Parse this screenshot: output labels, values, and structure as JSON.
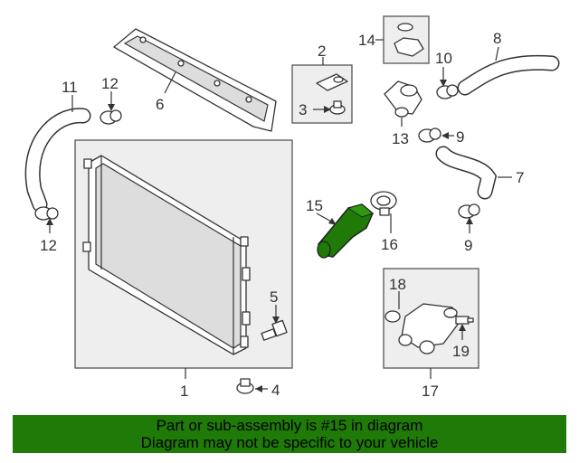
{
  "callouts": {
    "c1": "1",
    "c2": "2",
    "c3": "3",
    "c4": "4",
    "c5": "5",
    "c6": "6",
    "c7": "7",
    "c8": "8",
    "c9a": "9",
    "c9b": "9",
    "c10": "10",
    "c11": "11",
    "c12a": "12",
    "c12b": "12",
    "c13": "13",
    "c14": "14",
    "c15": "15",
    "c16": "16",
    "c17": "17",
    "c18": "18",
    "c19": "19"
  },
  "highlight": {
    "part": "15",
    "color": "#1f7a08"
  },
  "banner": {
    "line1": "Part or sub-assembly is #15 in diagram",
    "line2": "Diagram may not be specific to your vehicle",
    "color": "#1f7a08"
  }
}
